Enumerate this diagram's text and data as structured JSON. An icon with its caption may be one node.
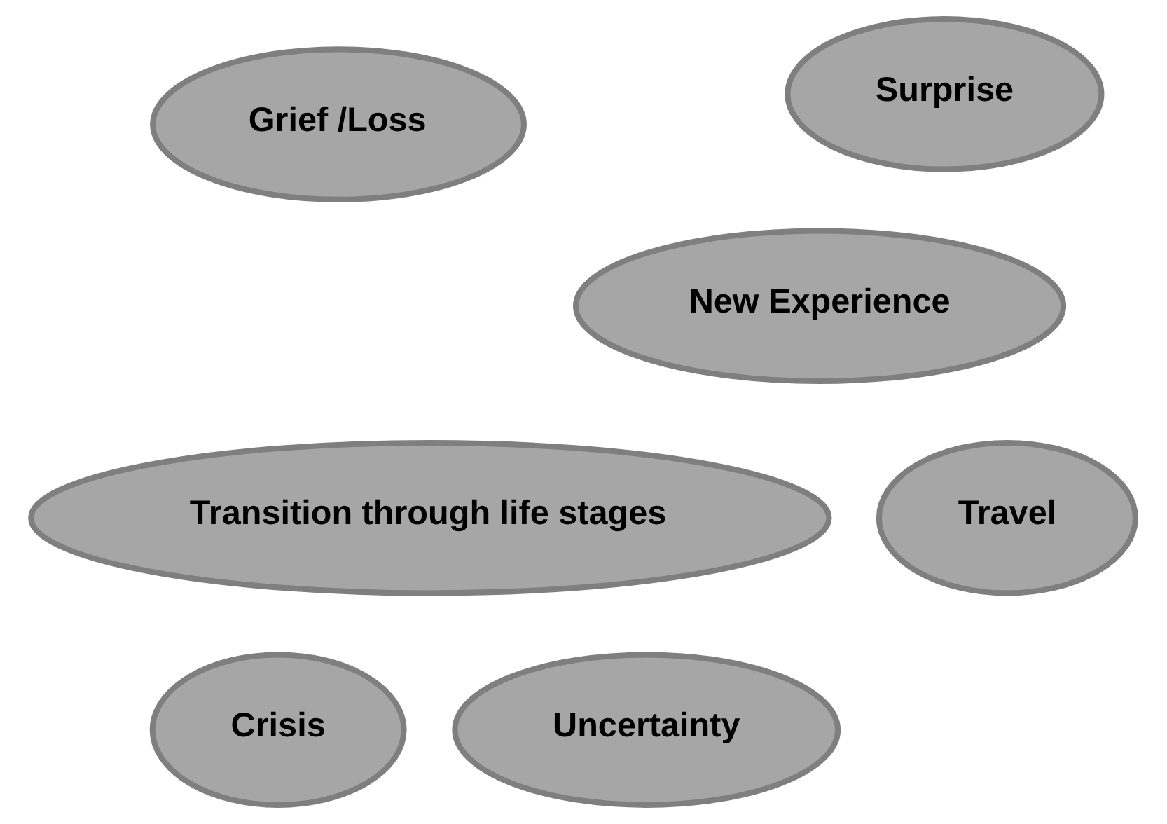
{
  "diagram": {
    "nodes": [
      {
        "text": [
          "Transition through life stages"
        ]
      },
      {
        "text": [
          "Crisis"
        ]
      },
      {
        "text": [
          "Uncertainty"
        ]
      },
      {
        "text": [
          "Travel"
        ]
      },
      {
        "text": [
          "New Experience"
        ]
      },
      {
        "text": [
          "Grief /Loss"
        ]
      },
      {
        "text": [
          "Surprise"
        ]
      }
    ]
  }
}
